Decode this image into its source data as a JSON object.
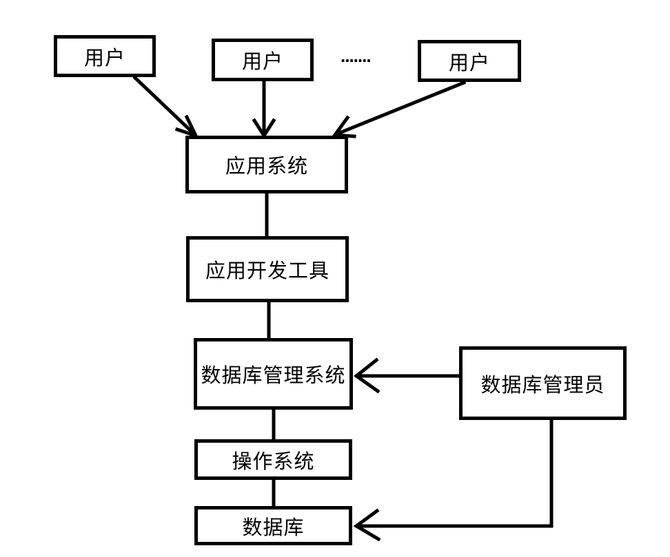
{
  "nodes": {
    "user1": {
      "label": "用户"
    },
    "user2": {
      "label": "用户"
    },
    "user3": {
      "label": "用户"
    },
    "app_system": {
      "label": "应用系统"
    },
    "app_dev": {
      "label": "应用开发工具"
    },
    "dbms": {
      "label": "数据库管理系统"
    },
    "dba": {
      "label": "数据库管理员"
    },
    "os": {
      "label": "操作系统"
    },
    "database": {
      "label": "数据库"
    }
  },
  "decorations": {
    "ellipsis": "......."
  },
  "edges": [
    {
      "from": "user1",
      "to": "app_system",
      "type": "arrow"
    },
    {
      "from": "user2",
      "to": "app_system",
      "type": "arrow"
    },
    {
      "from": "user3",
      "to": "app_system",
      "type": "arrow"
    },
    {
      "from": "app_system",
      "to": "app_dev",
      "type": "line"
    },
    {
      "from": "app_dev",
      "to": "dbms",
      "type": "line"
    },
    {
      "from": "dba",
      "to": "dbms",
      "type": "arrow"
    },
    {
      "from": "dbms",
      "to": "os",
      "type": "line"
    },
    {
      "from": "os",
      "to": "database",
      "type": "line"
    },
    {
      "from": "dba",
      "to": "database",
      "type": "arrow"
    }
  ],
  "colors": {
    "stroke": "#000000",
    "background": "#ffffff",
    "text": "#000000"
  }
}
